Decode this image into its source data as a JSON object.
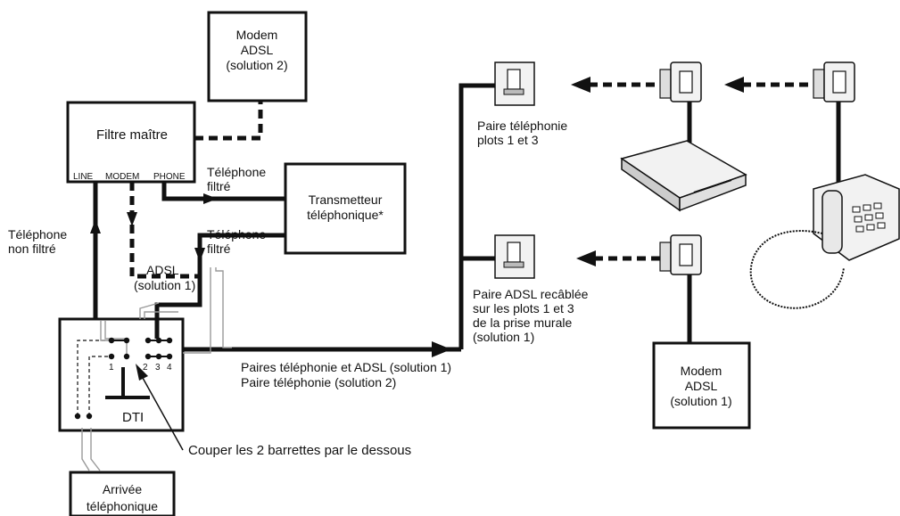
{
  "boxes": {
    "modem_solution2": [
      "Modem",
      "ADSL",
      "(solution 2)"
    ],
    "filtre_maitre": "Filtre maître",
    "port_line": "LINE",
    "port_modem": "MODEM",
    "port_phone": "PHONE",
    "transmetteur": [
      "Transmetteur",
      "téléphonique*"
    ],
    "dti": "DTI",
    "arrivee": [
      "Arrivée",
      "téléphonique"
    ],
    "modem_solution1": [
      "Modem",
      "ADSL",
      "(solution 1)"
    ]
  },
  "labels": {
    "telephone_filtre_1": [
      "Téléphone",
      "filtré"
    ],
    "telephone_filtre_2": [
      "Téléphone",
      "filtré"
    ],
    "telephone_non_filtre": [
      "Téléphone",
      "non filtré"
    ],
    "adsl_solution1": [
      "ADSL",
      "(solution 1)"
    ],
    "dti_pins": [
      "1",
      "2",
      "3",
      "4"
    ],
    "paires": [
      "Paires téléphonie et ADSL (solution 1)",
      "Paire téléphonie (solution 2)"
    ],
    "couper": "Couper les 2 barrettes par le dessous",
    "paire_telephonie": [
      "Paire téléphonie",
      "plots 1 et 3"
    ],
    "paire_adsl": [
      "Paire ADSL recâblée",
      "sur les plots 1 et 3",
      "de la prise murale",
      "(solution 1)"
    ]
  },
  "colors": {
    "line": "#111111",
    "grey_wire": "#9a9a9a",
    "device_fill": "#f2f2f2"
  },
  "icons": [
    "wall-socket-icon",
    "phone-filter-plug-icon",
    "modem-device-icon",
    "telephone-icon"
  ]
}
